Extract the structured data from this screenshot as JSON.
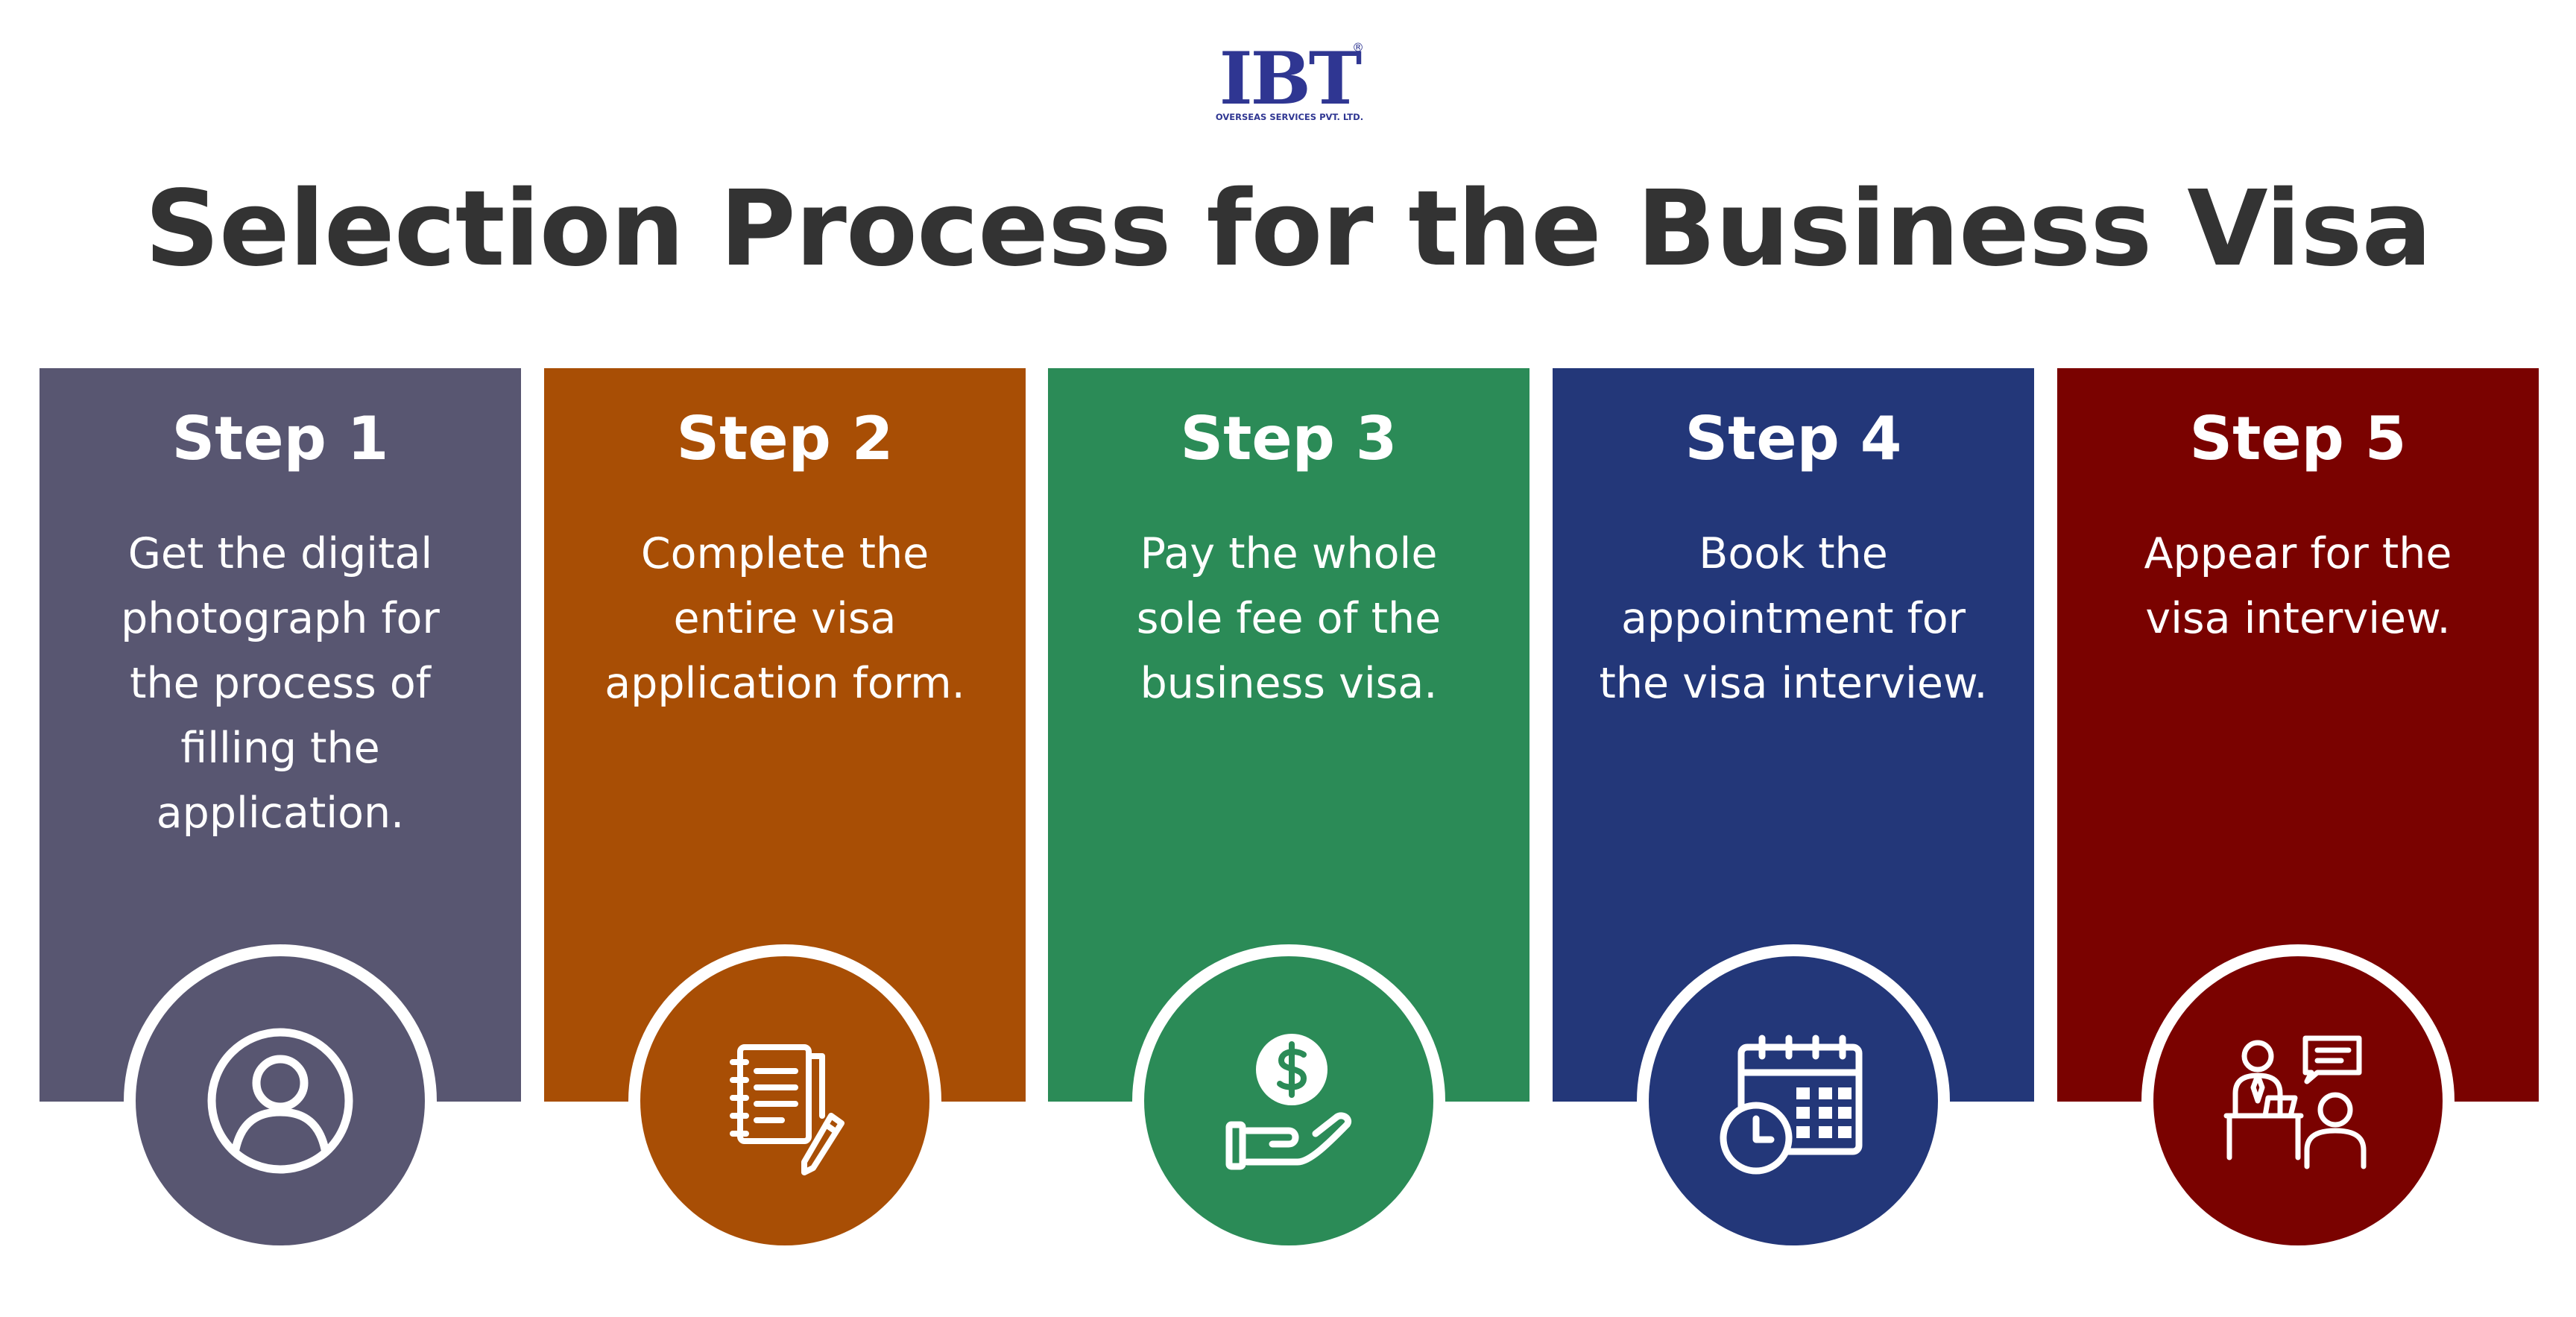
{
  "logo": {
    "main": "IBT",
    "registered": "®",
    "tagline": "OVERSEAS SERVICES PVT. LTD."
  },
  "title": "Selection Process for the Business Visa",
  "steps": [
    {
      "title": "Step 1",
      "lines": [
        "Get the digital",
        "photograph for",
        "the process of",
        "filling the",
        "application."
      ],
      "color": "#585671",
      "icon": "user-profile-icon"
    },
    {
      "title": "Step 2",
      "lines": [
        "Complete the",
        "entire visa",
        "application form."
      ],
      "color": "#a84e05",
      "icon": "notebook-pen-icon"
    },
    {
      "title": "Step 3",
      "lines": [
        "Pay the whole",
        "sole fee of the",
        "business visa."
      ],
      "color": "#2b8b57",
      "icon": "dollar-hand-icon"
    },
    {
      "title": "Step 4",
      "lines": [
        "Book the",
        "appointment for",
        "the visa interview."
      ],
      "color": "#233779",
      "icon": "calendar-clock-icon"
    },
    {
      "title": "Step 5",
      "lines": [
        "Appear for the",
        "visa interview."
      ],
      "color": "#7a0200",
      "icon": "interview-icon"
    }
  ]
}
